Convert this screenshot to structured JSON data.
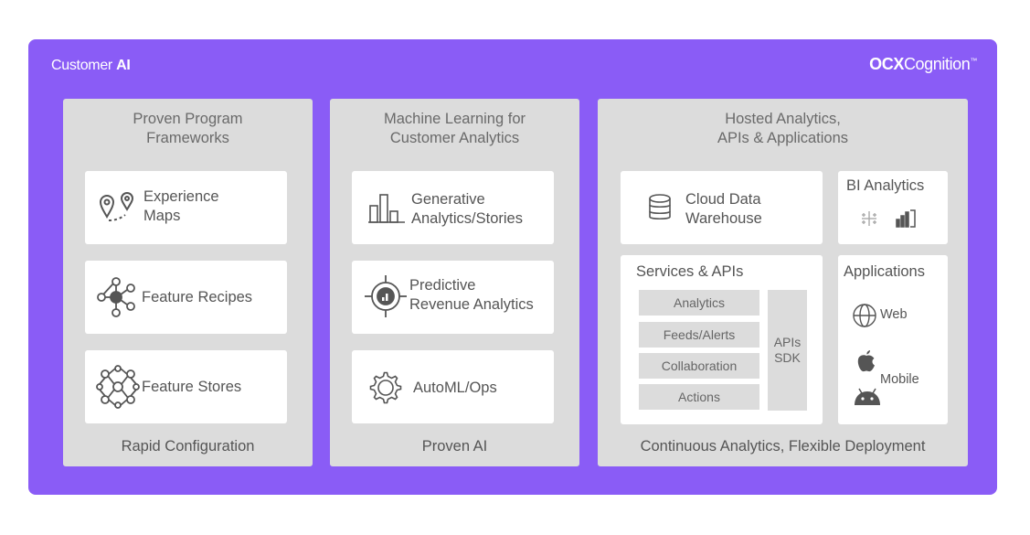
{
  "header": {
    "brand_left_regular": "Customer",
    "brand_left_bold": "AI",
    "brand_right_bold": "OCX",
    "brand_right_regular": "Cognition",
    "brand_right_mark": "™"
  },
  "columns": [
    {
      "title": "Proven Program\nFrameworks",
      "footer": "Rapid Configuration",
      "cards": [
        {
          "label": "Experience\nMaps",
          "icon": "map-pin-route-icon"
        },
        {
          "label": "Feature Recipes",
          "icon": "node-network-icon"
        },
        {
          "label": "Feature Stores",
          "icon": "mesh-network-icon"
        }
      ]
    },
    {
      "title": "Machine Learning for\nCustomer Analytics",
      "footer": "Proven AI",
      "cards": [
        {
          "label": "Generative\nAnalytics/Stories",
          "icon": "bar-chart-icon"
        },
        {
          "label": "Predictive\nRevenue Analytics",
          "icon": "target-chart-icon"
        },
        {
          "label": "AutoML/Ops",
          "icon": "gear-icon"
        }
      ]
    },
    {
      "title": "Hosted Analytics,\nAPIs & Applications",
      "footer": "Continuous Analytics, Flexible Deployment",
      "cloud": {
        "label": "Cloud Data\nWarehouse",
        "icon": "database-icon"
      },
      "bi": {
        "title": "BI Analytics",
        "icons": [
          "tableau-icon",
          "powerbi-icon"
        ]
      },
      "services": {
        "title": "Services & APIs",
        "items": [
          "Analytics",
          "Feeds/Alerts",
          "Collaboration",
          "Actions"
        ],
        "apis_label": "APIs\nSDK"
      },
      "applications": {
        "title": "Applications",
        "web": "Web",
        "mobile": "Mobile",
        "icons": [
          "globe-icon",
          "apple-icon",
          "android-icon"
        ]
      }
    }
  ],
  "colors": {
    "panel": "#8a5cf6",
    "column": "#dcdcdc",
    "card": "#ffffff",
    "text": "#555555"
  }
}
